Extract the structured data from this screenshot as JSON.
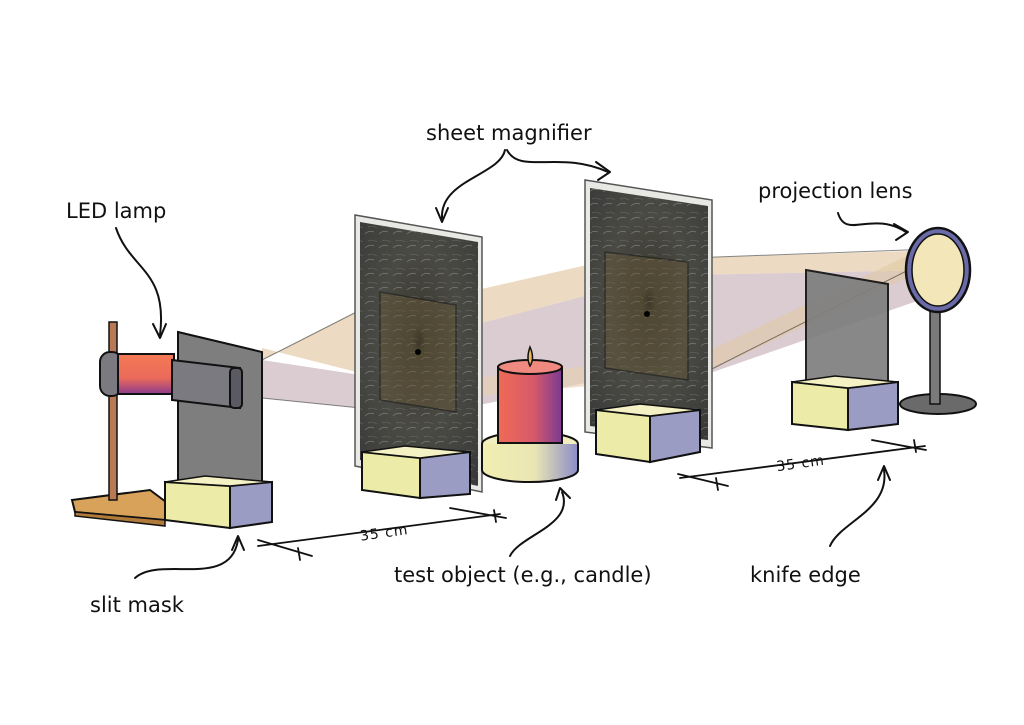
{
  "title": "Schlieren imaging setup",
  "labels": {
    "led_lamp": "LED lamp",
    "sheet_magnifier": "sheet magnifier",
    "projection_lens": "projection lens",
    "slit_mask": "slit mask",
    "test_object": "test object (e.g., candle)",
    "knife_edge": "knife edge"
  },
  "dimensions": {
    "first_distance": "35 cm",
    "second_distance": "35 cm"
  },
  "colors": {
    "holder_front": "#ececa8",
    "holder_side": "#9a9cc4",
    "screen_gray": "#7c7c7c",
    "magnifier_dark": "#3a3a3a",
    "beam_warm": "#e6cfae",
    "beam_mauve": "#c8b4bc",
    "candle_red": "#ee6a55",
    "candle_purple": "#8a3a8e",
    "wood": "#d9a25a",
    "lens_rim": "#6a6aa8"
  }
}
